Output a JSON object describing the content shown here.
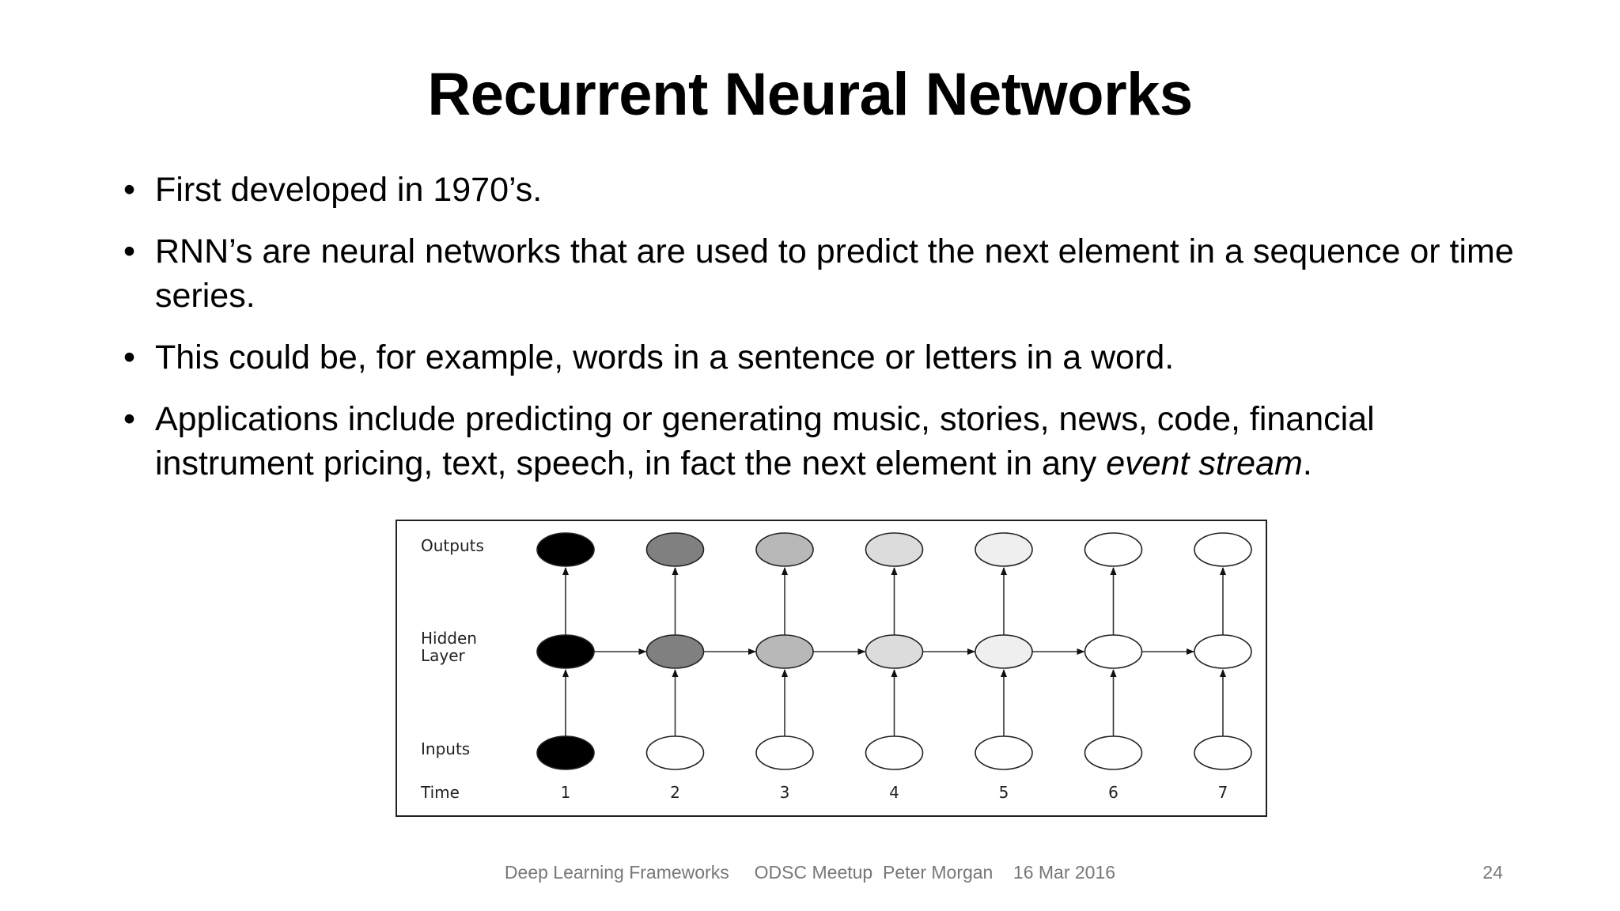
{
  "slide": {
    "title": "Recurrent Neural Networks",
    "bullets": [
      {
        "text": "First developed in 1970’s."
      },
      {
        "text": "RNN’s are neural networks that are used to predict the next element in a sequence or time series."
      },
      {
        "text": "This could be, for example, words in a sentence or letters in a word."
      },
      {
        "text_before": " Applications include predicting or generating music, stories, news, code, financial instrument pricing, text, speech, in fact the next element in any ",
        "emphasis": "event stream",
        "text_after": "."
      }
    ],
    "bullet_symbol": "•"
  },
  "diagram": {
    "row_labels": {
      "outputs": "Outputs",
      "hidden_line1": "Hidden",
      "hidden_line2": "Layer",
      "inputs": "Inputs",
      "time": "Time"
    },
    "time_steps": [
      "1",
      "2",
      "3",
      "4",
      "5",
      "6",
      "7"
    ],
    "output_fills": [
      "#000000",
      "#808080",
      "#b8b8b8",
      "#dcdcdc",
      "#efefef",
      "#ffffff",
      "#ffffff"
    ],
    "hidden_fills": [
      "#000000",
      "#808080",
      "#b8b8b8",
      "#dcdcdc",
      "#efefef",
      "#ffffff",
      "#ffffff"
    ],
    "input_fills": [
      "#000000",
      "#ffffff",
      "#ffffff",
      "#ffffff",
      "#ffffff",
      "#ffffff",
      "#ffffff"
    ]
  },
  "footer": {
    "text": "Deep Learning Frameworks     ODSC Meetup  Peter Morgan    16 Mar 2016",
    "page_number": "24"
  }
}
